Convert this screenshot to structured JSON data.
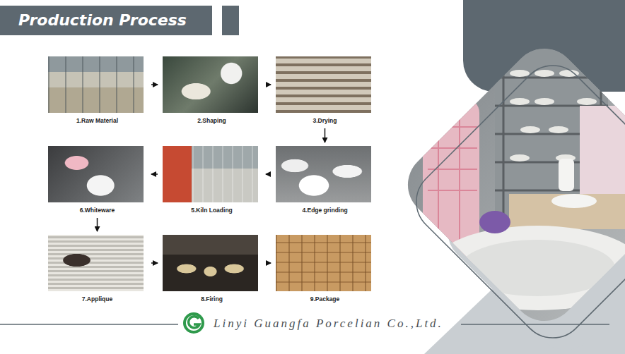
{
  "diagram": {
    "title": "Production Process",
    "nodes": [
      {
        "text": [
          "1.Raw Material"
        ]
      },
      {
        "text": [
          "2.Shaping"
        ]
      },
      {
        "text": [
          "3.Drying"
        ]
      },
      {
        "text": [
          "4.Edge grinding"
        ]
      },
      {
        "text": [
          "5.Kiln Loading"
        ]
      },
      {
        "text": [
          "6.Whiteware"
        ]
      },
      {
        "text": [
          "7.Applique"
        ]
      },
      {
        "text": [
          "8.Firing"
        ]
      },
      {
        "text": [
          "9.Package"
        ]
      }
    ],
    "edges": [
      {
        "from": 0,
        "to": 1,
        "arrow": "to"
      },
      {
        "from": 1,
        "to": 2,
        "arrow": "to"
      },
      {
        "from": 2,
        "to": 3,
        "arrow": "to"
      },
      {
        "from": 3,
        "to": 4,
        "arrow": "to"
      },
      {
        "from": 4,
        "to": 5,
        "arrow": "to"
      },
      {
        "from": 5,
        "to": 6,
        "arrow": "to"
      },
      {
        "from": 6,
        "to": 7,
        "arrow": "to"
      },
      {
        "from": 7,
        "to": 8,
        "arrow": "to"
      }
    ],
    "labels": [
      "Linyi Guangfa Porcelian Co.,Ltd."
    ]
  }
}
